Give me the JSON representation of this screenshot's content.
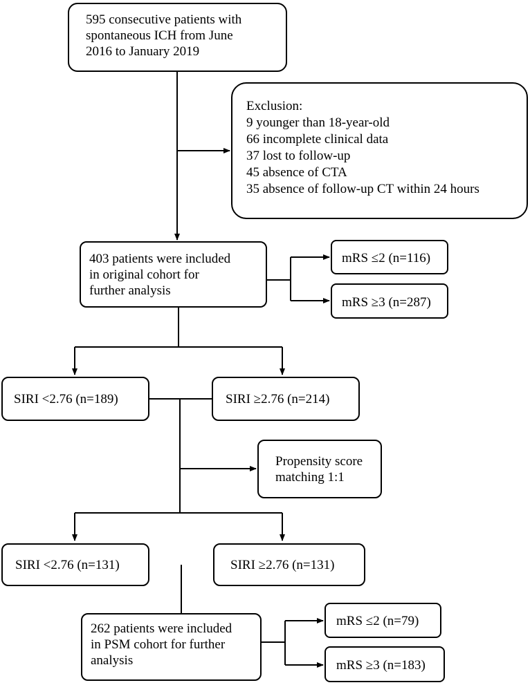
{
  "boxes": {
    "initial": {
      "lines": [
        "595 consecutive patients with",
        "spontaneous ICH from June",
        "2016 to January 2019"
      ]
    },
    "exclusion": {
      "title": "Exclusion:",
      "items": [
        "9  younger than 18-year-old",
        "66  incomplete clinical data",
        "37  lost to follow-up",
        "45  absence of  CTA",
        "35  absence of follow-up CT within 24 hours"
      ]
    },
    "original_cohort": {
      "lines": [
        "403 patients were included",
        "in original cohort for",
        "further analysis"
      ]
    },
    "orig_mrs_low": "mRS ≤2 (n=116)",
    "orig_mrs_high": "mRS ≥3 (n=287)",
    "siri_low_orig": "SIRI <2.76 (n=189)",
    "siri_high_orig": "SIRI ≥2.76 (n=214)",
    "propensity": {
      "lines": [
        "Propensity score",
        "matching 1:1"
      ]
    },
    "siri_low_psm": "SIRI <2.76 (n=131)",
    "siri_high_psm": "SIRI ≥2.76 (n=131)",
    "psm_cohort": {
      "lines": [
        "262 patients were included",
        "in PSM cohort for further",
        "analysis"
      ]
    },
    "psm_mrs_low": "mRS ≤2 (n=79)",
    "psm_mrs_high": "mRS ≥3 (n=183)"
  }
}
